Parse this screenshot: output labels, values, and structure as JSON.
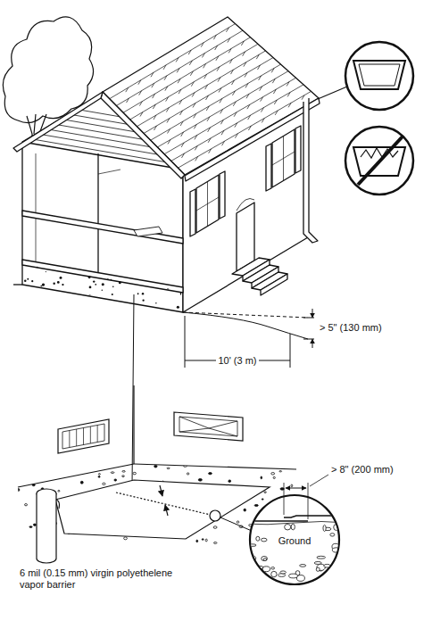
{
  "diagram": {
    "labels": [
      "> 5\" (130 mm)",
      "10' (3 m)",
      "> 8\" (200 mm)",
      "Ground",
      "6 mil (0.15 mm) virgin polyethelene vapor barrier"
    ]
  }
}
